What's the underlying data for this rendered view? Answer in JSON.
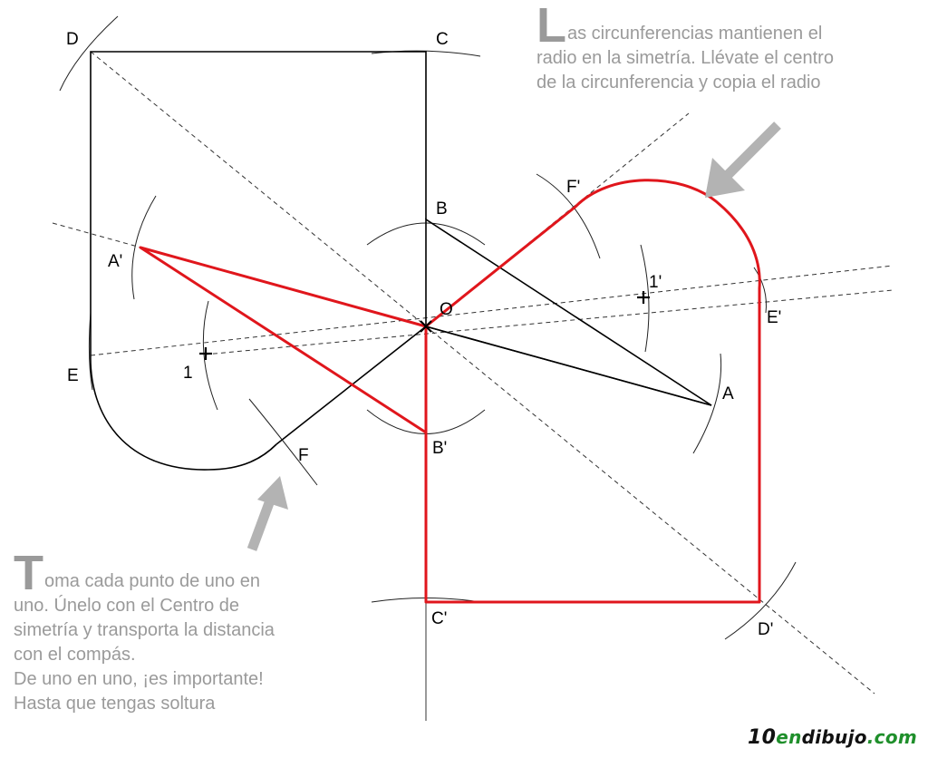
{
  "points": {
    "D": "D",
    "C": "C",
    "B": "B",
    "A_prime": "A'",
    "O": "O",
    "E": "E",
    "one": "1",
    "F": "F",
    "B_prime": "B'",
    "C_prime": "C'",
    "F_prime": "F'",
    "one_prime": "1'",
    "E_prime": "E'",
    "A": "A",
    "D_prime": "D'"
  },
  "notes": {
    "top": {
      "initial": "L",
      "lines": [
        "as circunferencias mantienen el",
        "radio en la simetría. Llévate el centro",
        "de la circunferencia y copia el radio"
      ]
    },
    "bottom": {
      "initial": "T",
      "lines": [
        "oma cada punto de uno en",
        "uno. Únelo con el Centro de",
        "simetría y transporta la distancia",
        "con el compás.",
        "De uno en uno, ¡es importante!",
        "Hasta que tengas soltura"
      ]
    }
  },
  "brand": {
    "part1": "10",
    "part2": "en",
    "part3": "dibujo",
    "part4": ".com"
  },
  "colors": {
    "original_figure": "#000000",
    "symmetric_figure": "#e0161c",
    "construction": "#333333",
    "notes": "#9a9a9a",
    "arrows": "#b3b3b3",
    "brand_green": "#1f8f2b"
  }
}
